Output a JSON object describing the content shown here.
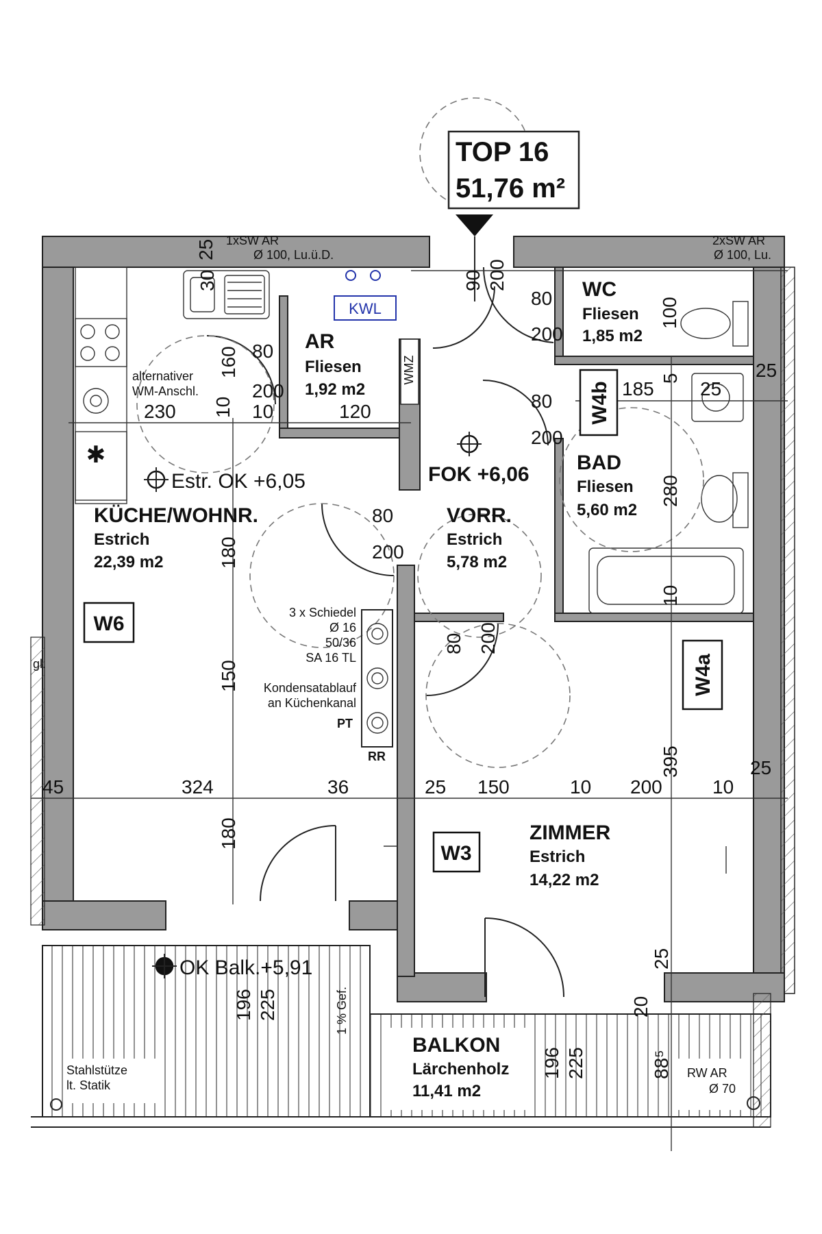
{
  "title_box": {
    "unit": "TOP 16",
    "area": "51,76 m²"
  },
  "rooms": {
    "kitchen": {
      "name": "KÜCHE/WOHNR.",
      "floor": "Estrich",
      "area": "22,39 m2"
    },
    "ar": {
      "name": "AR",
      "floor": "Fliesen",
      "area": "1,92 m2"
    },
    "wc": {
      "name": "WC",
      "floor": "Fliesen",
      "area": "1,85 m2"
    },
    "bad": {
      "name": "BAD",
      "floor": "Fliesen",
      "area": "5,60 m2"
    },
    "vorr": {
      "name": "VORR.",
      "floor": "Estrich",
      "area": "5,78 m2"
    },
    "zimmer": {
      "name": "ZIMMER",
      "floor": "Estrich",
      "area": "14,22 m2"
    },
    "balkon": {
      "name": "BALKON",
      "floor": "Lärchenholz",
      "area": "11,41 m2"
    }
  },
  "levels": {
    "estr": "Estr. OK +6,05",
    "fok": "FOK +6,06",
    "balk": "OK Balk.+5,91"
  },
  "window_tags": [
    "W6",
    "W3",
    "W4a",
    "W4b"
  ],
  "kwl": "KWL",
  "wmz": "WMZ",
  "notes": {
    "sw_left_1": "1xSW AR",
    "sw_left_2": "Ø 100, Lu.ü.D.",
    "sw_right_1": "2xSW AR",
    "sw_right_2": "Ø 100, Lu.",
    "wm_1": "alternativer",
    "wm_2": "WM-Anschl.",
    "schiedel": [
      "3 x Schiedel",
      "Ø 16",
      "50/36",
      "SA 16 TL"
    ],
    "kondensat": [
      "Kondensatablauf",
      "an Küchenkanal"
    ],
    "pt": "PT",
    "rr": "RR",
    "gefaelle": "1 % Gef.",
    "stahl_1": "Stahlstütze",
    "stahl_2": "lt. Statik",
    "rw_1": "RW AR",
    "rw_2": "Ø 70",
    "gl": "gl."
  },
  "dimensions": {
    "d230": "230",
    "d10a": "10",
    "d10b": "10",
    "d120": "120",
    "d160": "160",
    "d30": "30",
    "d25top": "25",
    "ar_door_w": "80",
    "ar_door_h": "200",
    "entry_w": "90",
    "entry_h": "200",
    "wc_door_w": "80",
    "wc_door_h": "200",
    "wc_100": "100",
    "bad_door_w": "80",
    "bad_door_h": "200",
    "d185": "185",
    "d5": "5",
    "d25bad": "25",
    "d25r": "25",
    "d280": "280",
    "d10bad": "10",
    "kitchen_door_w": "80",
    "kitchen_door_h": "200",
    "k180": "180",
    "k150": "150",
    "k180b": "180",
    "zim_door_w": "80",
    "zim_door_h": "200",
    "d395": "395",
    "row_45": "45",
    "row_324": "324",
    "row_36": "36",
    "row_25": "25",
    "row_150": "150",
    "row_10": "10",
    "row_200": "200",
    "row_10b": "10",
    "row_25r": "25",
    "b196": "196",
    "b225": "225",
    "b196b": "196",
    "b225b": "225",
    "b885": "88⁵",
    "z25": "25",
    "z20": "20"
  }
}
